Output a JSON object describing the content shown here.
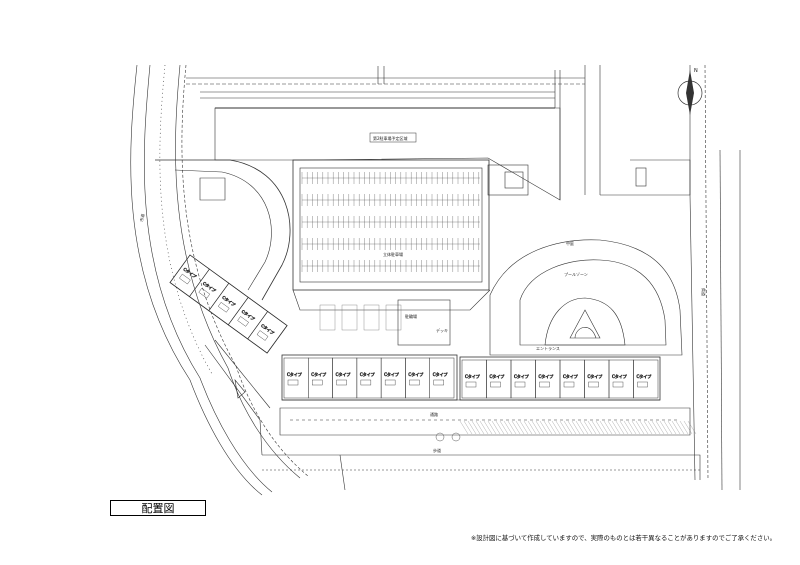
{
  "title": "配置図",
  "disclaimer": "※設計図に基づいて作成していますので、実際のものとは若干異なることがありますのでご了承ください。",
  "compass": {
    "north": "N"
  },
  "labels": {
    "top_area": "第2駐車場予定区域",
    "parking": "立体駐車場",
    "pool": "プールゾーン",
    "garden": "中庭",
    "entrance": "エントランス",
    "bicycle": "駐輪場",
    "deck": "デッキ",
    "road_west": "市道",
    "road_east": "県道",
    "road_south": "歩道",
    "walkway": "通路"
  },
  "units_west": [
    {
      "type": "Cタイプ",
      "code": ""
    },
    {
      "type": "Cタイプ",
      "code": ""
    },
    {
      "type": "Cタイプ",
      "code": ""
    },
    {
      "type": "Cタイプ",
      "code": ""
    },
    {
      "type": "Cタイプ",
      "code": ""
    }
  ],
  "units_middle": [
    {
      "type": "Cタイプ",
      "code": ""
    },
    {
      "type": "Cタイプ",
      "code": ""
    },
    {
      "type": "Cタイプ",
      "code": ""
    },
    {
      "type": "Cタイプ",
      "code": ""
    },
    {
      "type": "Cタイプ",
      "code": ""
    },
    {
      "type": "Cタイプ",
      "code": ""
    },
    {
      "type": "Cタイプ",
      "code": ""
    }
  ],
  "units_east": [
    {
      "type": "Cタイプ",
      "code": ""
    },
    {
      "type": "Cタイプ",
      "code": ""
    },
    {
      "type": "Cタイプ",
      "code": ""
    },
    {
      "type": "Cタイプ",
      "code": ""
    },
    {
      "type": "Cタイプ",
      "code": ""
    },
    {
      "type": "Cタイプ",
      "code": ""
    },
    {
      "type": "Cタイプ",
      "code": ""
    },
    {
      "type": "Cタイプ",
      "code": ""
    }
  ]
}
